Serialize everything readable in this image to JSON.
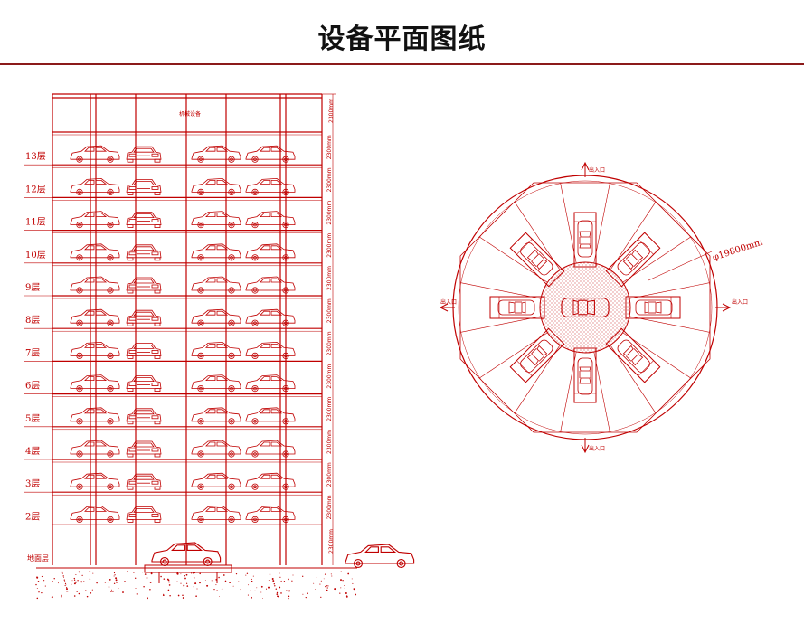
{
  "page": {
    "title": "设备平面图纸"
  },
  "elevation": {
    "floors": [
      {
        "label": "13层",
        "dim": "2300mm"
      },
      {
        "label": "12层",
        "dim": "2300mm"
      },
      {
        "label": "11层",
        "dim": "2300mm"
      },
      {
        "label": "10层",
        "dim": "2300mm"
      },
      {
        "label": "9层",
        "dim": "2300mm"
      },
      {
        "label": "8层",
        "dim": "2300mm"
      },
      {
        "label": "7层",
        "dim": "2300mm"
      },
      {
        "label": "6层",
        "dim": "2300mm"
      },
      {
        "label": "5层",
        "dim": "2300mm"
      },
      {
        "label": "4层",
        "dim": "2300mm"
      },
      {
        "label": "3层",
        "dim": "2300mm"
      },
      {
        "label": "2层",
        "dim": "2300mm"
      }
    ],
    "ground_label": "地面层",
    "top_label": "机械设备",
    "top_dim": "2300mm",
    "ground_dim": "2300mm"
  },
  "plan": {
    "diameter_label": "φ19800mm",
    "entrance_label": "出入口",
    "colors": {
      "line": "#c00000",
      "rule": "#8b1a1a"
    }
  }
}
